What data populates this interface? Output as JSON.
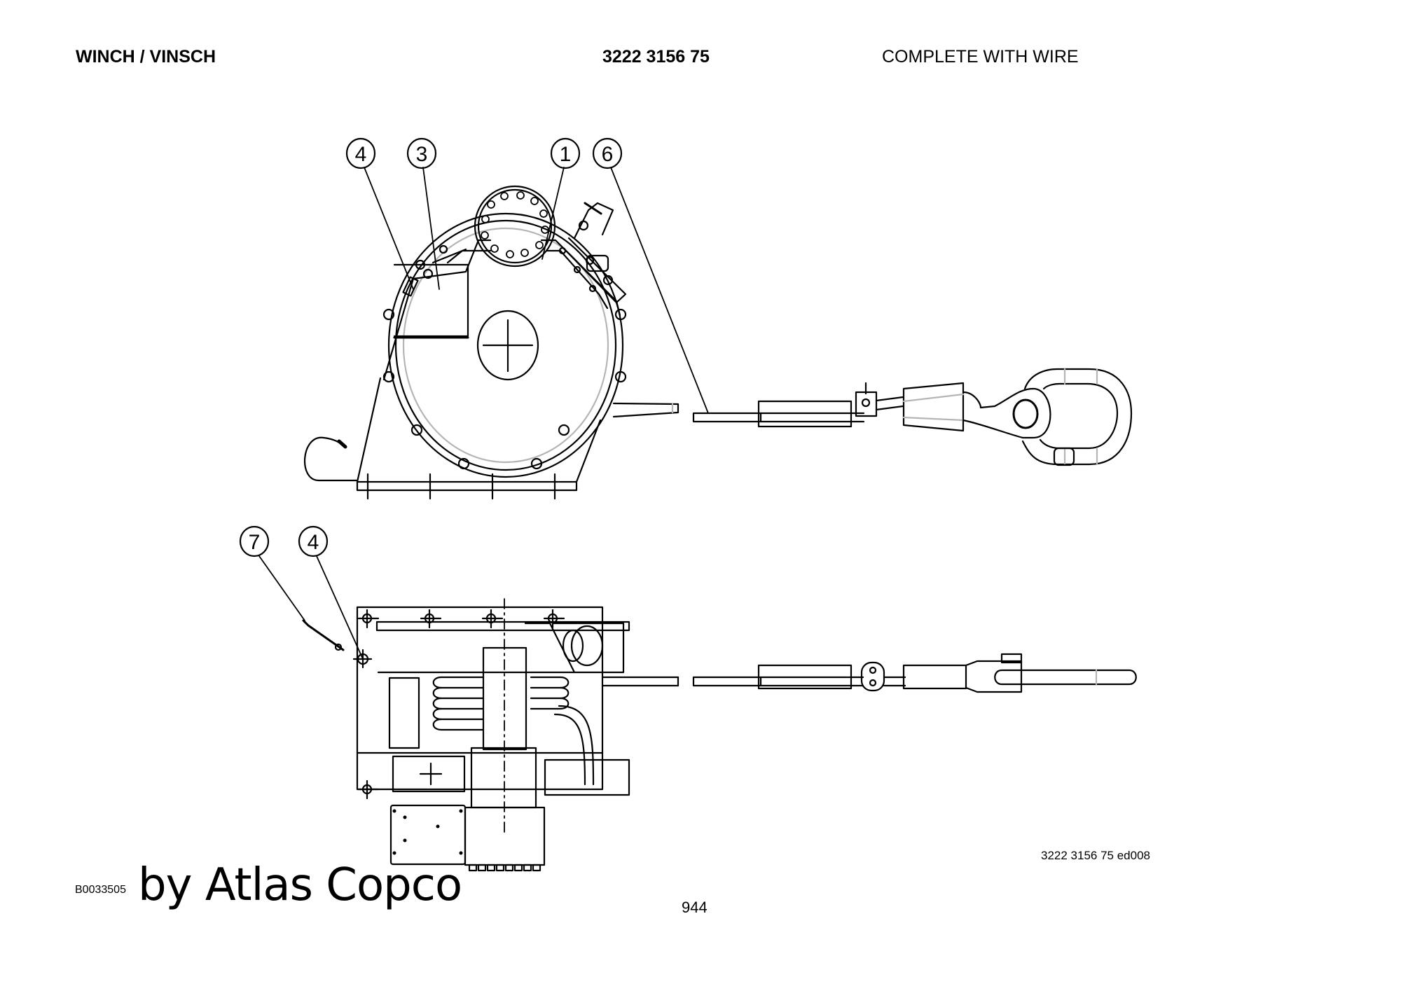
{
  "header": {
    "title": "WINCH / VINSCH",
    "part_number": "3222 3156 75",
    "description": "COMPLETE WITH WIRE"
  },
  "drawing": {
    "balloons": [
      {
        "label": "4"
      },
      {
        "label": "3"
      },
      {
        "label": "1"
      },
      {
        "label": "6"
      },
      {
        "label": "7"
      },
      {
        "label": "4"
      }
    ],
    "drawing_reference": "3222 3156 75 ed008",
    "line_color": "#000000",
    "hidden_line_color": "#b5b5b5"
  },
  "footer": {
    "document_code": "B0033505",
    "brand_text": "by Atlas Copco",
    "page_number": "944"
  }
}
